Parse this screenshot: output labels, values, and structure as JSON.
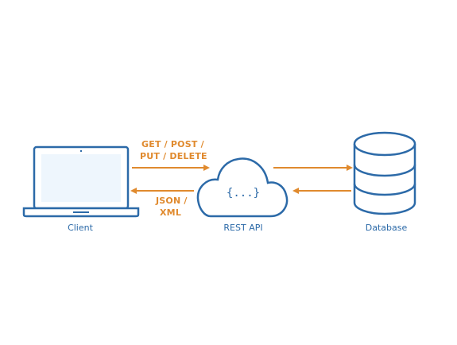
{
  "request": {
    "line1": "GET / POST /",
    "line2": "PUT / DELETE"
  },
  "response": {
    "line1": "JSON /",
    "line2": "XML"
  },
  "nodes": {
    "client": {
      "label": "Client",
      "icon": "laptop-icon"
    },
    "api": {
      "label": "REST API",
      "icon": "cloud-icon",
      "content": "{...}"
    },
    "database": {
      "label": "Database",
      "icon": "database-icon"
    }
  },
  "colors": {
    "stroke": "#2c6aa8",
    "arrow": "#e08a2e",
    "screen": "#eef6fd"
  }
}
